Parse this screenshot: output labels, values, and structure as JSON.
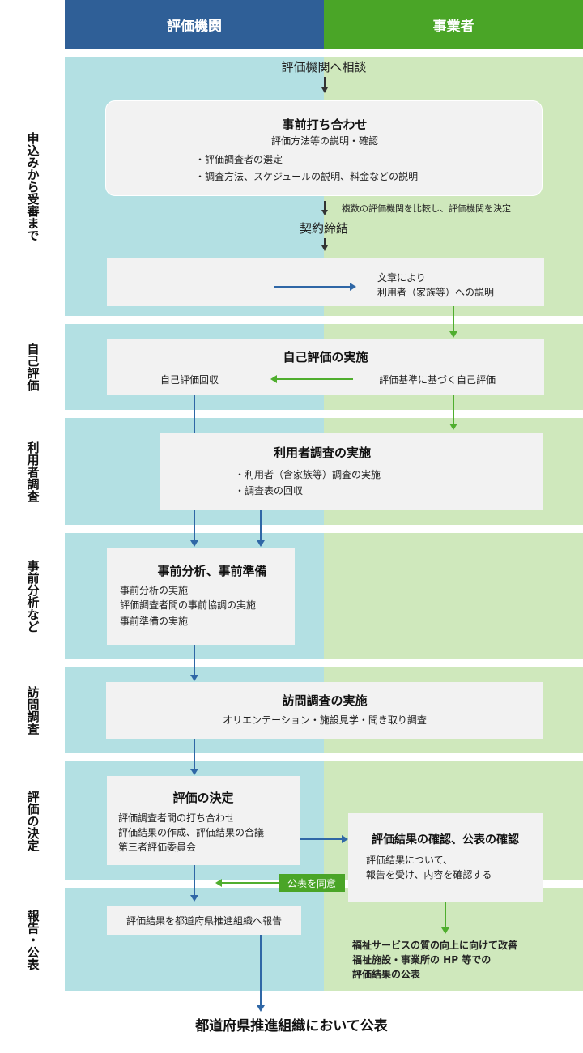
{
  "columns": {
    "evaluator": {
      "label": "評価機関",
      "color": "#2f5f97"
    },
    "operator": {
      "label": "事業者",
      "color": "#4aa527"
    }
  },
  "stages": [
    {
      "label": "申込みから受審まで"
    },
    {
      "label": "自己評価"
    },
    {
      "label": "利用者調査"
    },
    {
      "label": "事前分析など"
    },
    {
      "label": "訪問調査"
    },
    {
      "label": "評価の決定"
    },
    {
      "label": "報告・公表"
    }
  ],
  "flow": {
    "consult": "評価機関へ相談",
    "pre_meeting": {
      "title": "事前打ち合わせ",
      "subtitle": "評価方法等の説明・確認",
      "bullets": [
        "・評価調査者の選定",
        "・調査方法、スケジュールの説明、料金などの説明"
      ]
    },
    "compare_note": "複数の評価機関を比較し、評価機関を決定",
    "contract": "契約締結",
    "explain": [
      "文章により",
      "利用者（家族等）への説明"
    ],
    "self_eval": {
      "title": "自己評価の実施",
      "left": "自己評価回収",
      "right": "評価基準に基づく自己評価"
    },
    "user_survey": {
      "title": "利用者調査の実施",
      "bullets": [
        "・利用者（含家族等）調査の実施",
        "・調査表の回収"
      ]
    },
    "pre_analysis": {
      "title": "事前分析、事前準備",
      "lines": [
        "事前分析の実施",
        "評価調査者間の事前協調の実施",
        "事前準備の実施"
      ]
    },
    "visit": {
      "title": "訪問調査の実施",
      "subtitle": "オリエンテーション・施設見学・聞き取り調査"
    },
    "decision": {
      "title": "評価の決定",
      "lines": [
        "評価調査者間の打ち合わせ",
        "評価結果の作成、評価結果の合議",
        "第三者評価委員会"
      ]
    },
    "confirm": {
      "title": "評価結果の確認、公表の確認",
      "lines": [
        "評価結果について、",
        "報告を受け、内容を確認する"
      ]
    },
    "agree_badge": "公表を同意",
    "report": "評価結果を都道府県推進組織へ報告",
    "improve": [
      "福祉サービスの質の向上に向けて改善",
      "福祉施設・事業所の HP 等での",
      "評価結果の公表"
    ],
    "final": "都道府県推進組織において公表"
  }
}
